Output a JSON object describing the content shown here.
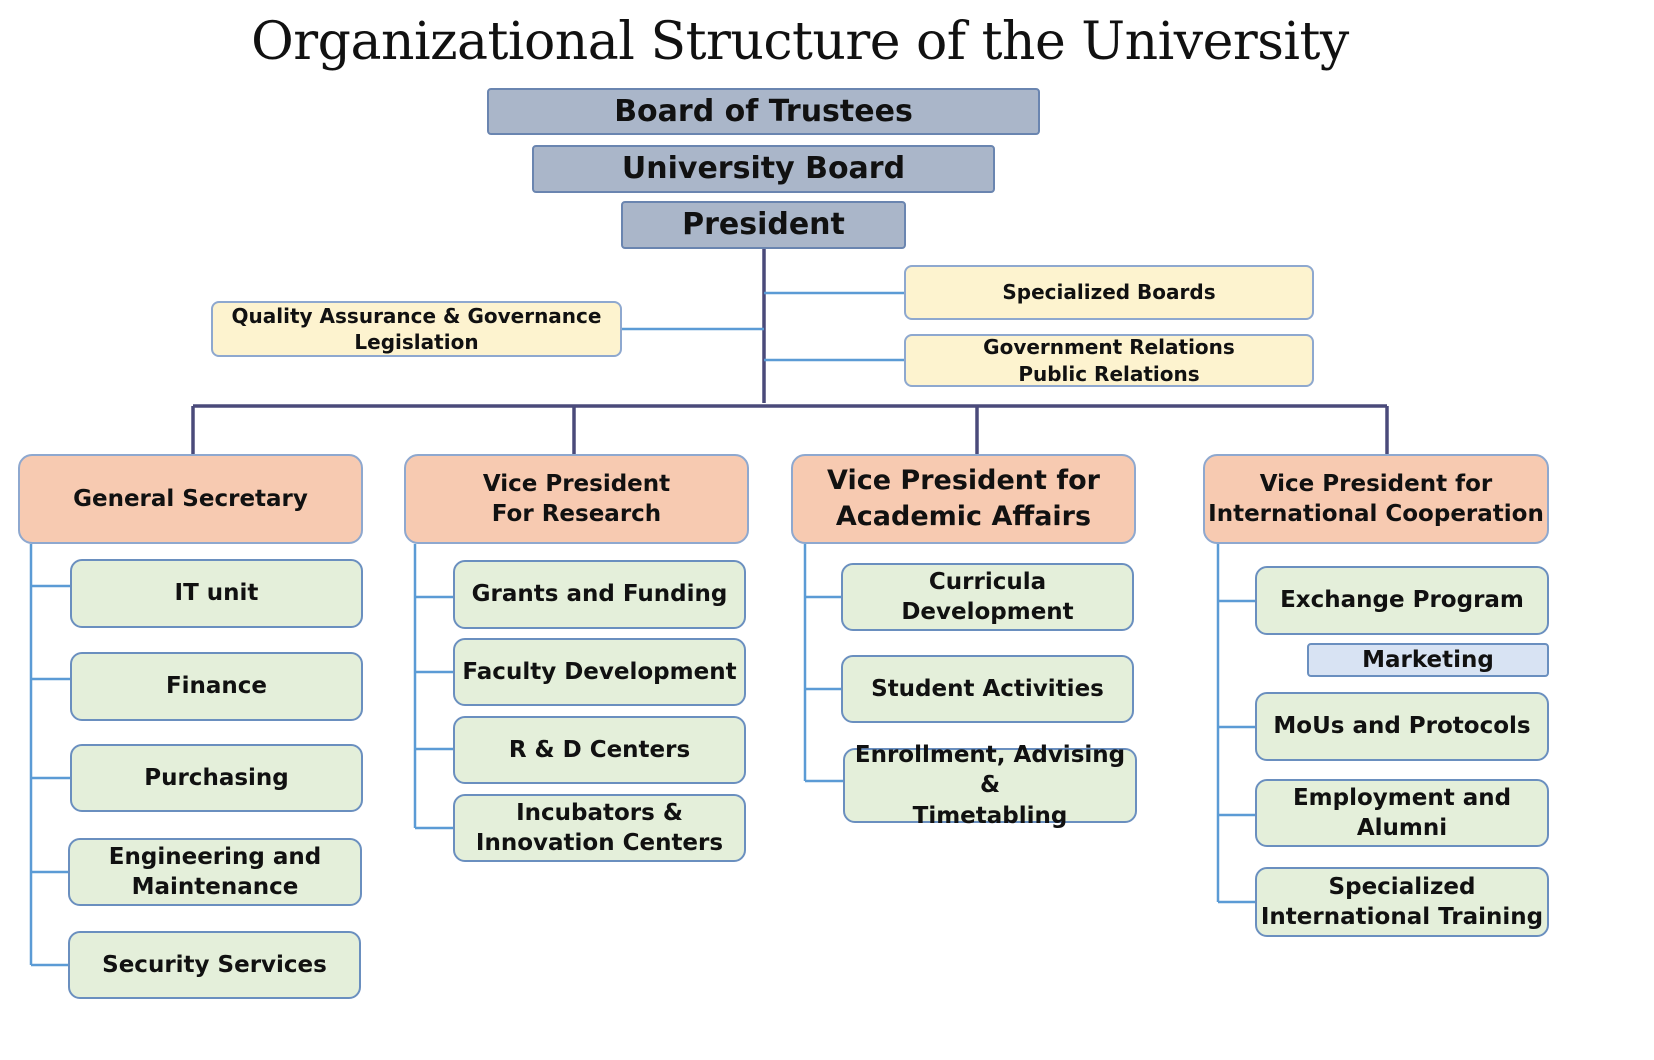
{
  "title": "Organizational Structure of the University",
  "board_of_trustees": "Board of Trustees",
  "university_board": "University Board",
  "president": "President",
  "quality_assurance": "Quality Assurance & Governance\nLegislation",
  "specialized_boards": "Specialized Boards",
  "government_relations": "Government Relations\nPublic Relations",
  "divisions": [
    {
      "head": "General Secretary",
      "units": [
        "IT unit",
        "Finance",
        "Purchasing",
        "Engineering and\nMaintenance",
        "Security Services"
      ]
    },
    {
      "head": "Vice President\nFor Research",
      "units": [
        "Grants and Funding",
        "Faculty Development",
        "R & D Centers",
        "Incubators &\nInnovation Centers"
      ]
    },
    {
      "head": "Vice President for\nAcademic Affairs",
      "units": [
        "Curricula Development",
        "Student Activities",
        "Enrollment, Advising &\nTimetabling"
      ]
    },
    {
      "head": "Vice President for\nInternational Cooperation",
      "units": [
        "Exchange Program",
        "MoUs and Protocols",
        "Employment and\nAlumni",
        "Specialized\nInternational Training"
      ],
      "sub_unit": "Marketing"
    }
  ],
  "colors": {
    "top_fill": "#aab6c9",
    "note_fill": "#fdf3cf",
    "vp_fill": "#f7cab1",
    "unit_fill": "#e4efda",
    "marketing_fill": "#d8e3f3",
    "main_connector": "#4a4a7a",
    "unit_connector": "#5b9bd5"
  }
}
